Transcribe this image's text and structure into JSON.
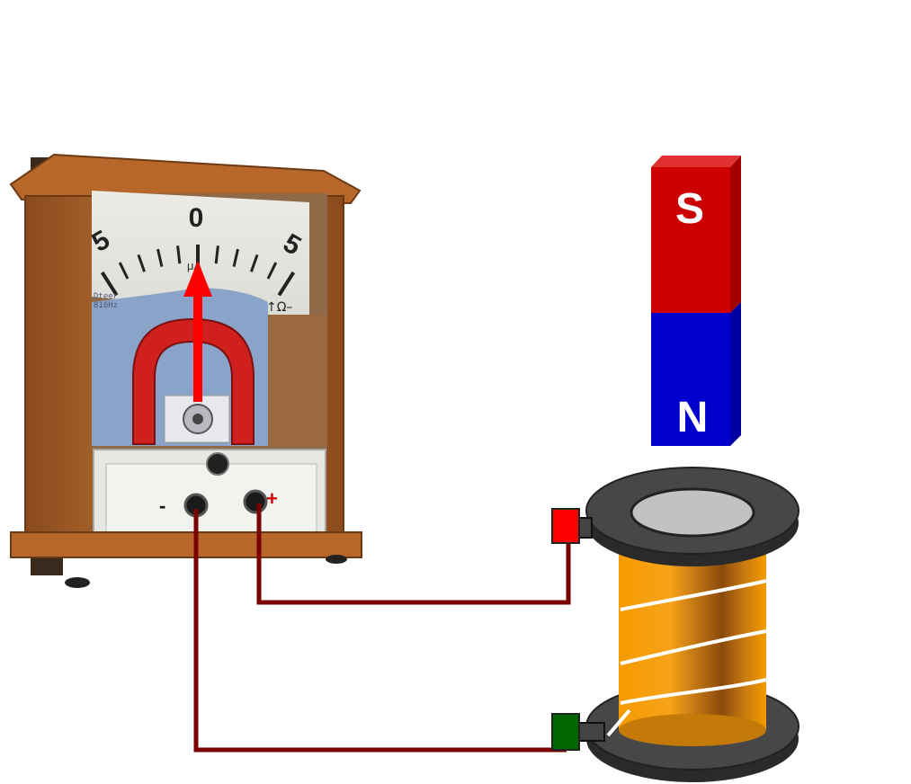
{
  "galvanometer": {
    "scale_zero": "0",
    "scale_left": "5",
    "scale_right": "5",
    "scale_unit": "μA",
    "unit_symbol": "↑Ω–",
    "nameplate_line1": "Dteer",
    "nameplate_line2": "816Hz",
    "terminal_minus": "-",
    "terminal_plus": "+",
    "pointer_reading": 0,
    "needle_color": "#ff0000"
  },
  "magnet": {
    "top_pole": "S",
    "bottom_pole": "N",
    "south_color": "#cc0000",
    "north_color": "#0000cc"
  },
  "coil": {
    "winding_color": "#f59b00",
    "flange_color": "#3f3f3f",
    "top_terminal_color": "#ff0000",
    "bottom_terminal_color": "#006600"
  },
  "wires": {
    "color": "#7a0000"
  }
}
